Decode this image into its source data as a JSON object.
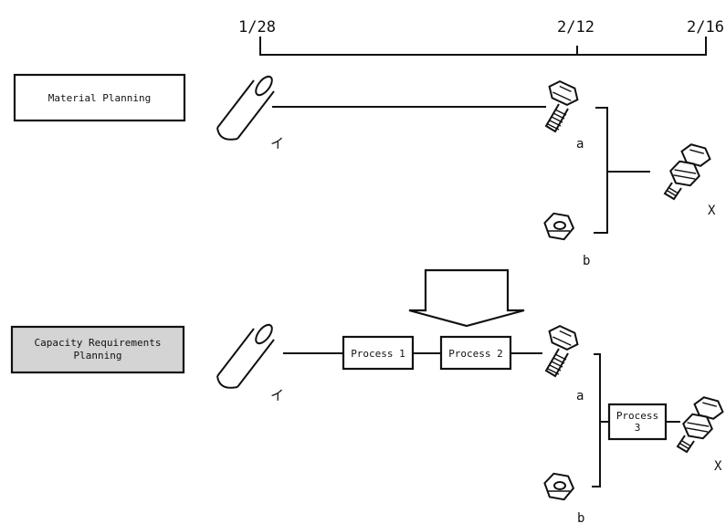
{
  "timeline": {
    "start_label": "1/28",
    "mid_label": "2/12",
    "end_label": "2/16"
  },
  "material_planning": {
    "label": "Material Planning",
    "raw_material_label": "イ",
    "part_a_label": "a",
    "part_b_label": "b",
    "product_label": "X"
  },
  "capacity_planning": {
    "label_line1": "Capacity Requirements",
    "label_line2": "Planning",
    "process1": "Process 1",
    "process2": "Process 2",
    "process3_line1": "Process",
    "process3_line2": "3",
    "raw_material_label": "イ",
    "part_a_label": "a",
    "part_b_label": "b",
    "product_label": "X"
  },
  "colors": {
    "capacity_box_fill": "#d4d4d4",
    "material_box_fill": "#ffffff",
    "ink": "#111111"
  },
  "icons": [
    "pipe-icon",
    "bolt-icon",
    "nut-icon",
    "bolt-nut-assembly-icon",
    "down-arrow-icon"
  ]
}
